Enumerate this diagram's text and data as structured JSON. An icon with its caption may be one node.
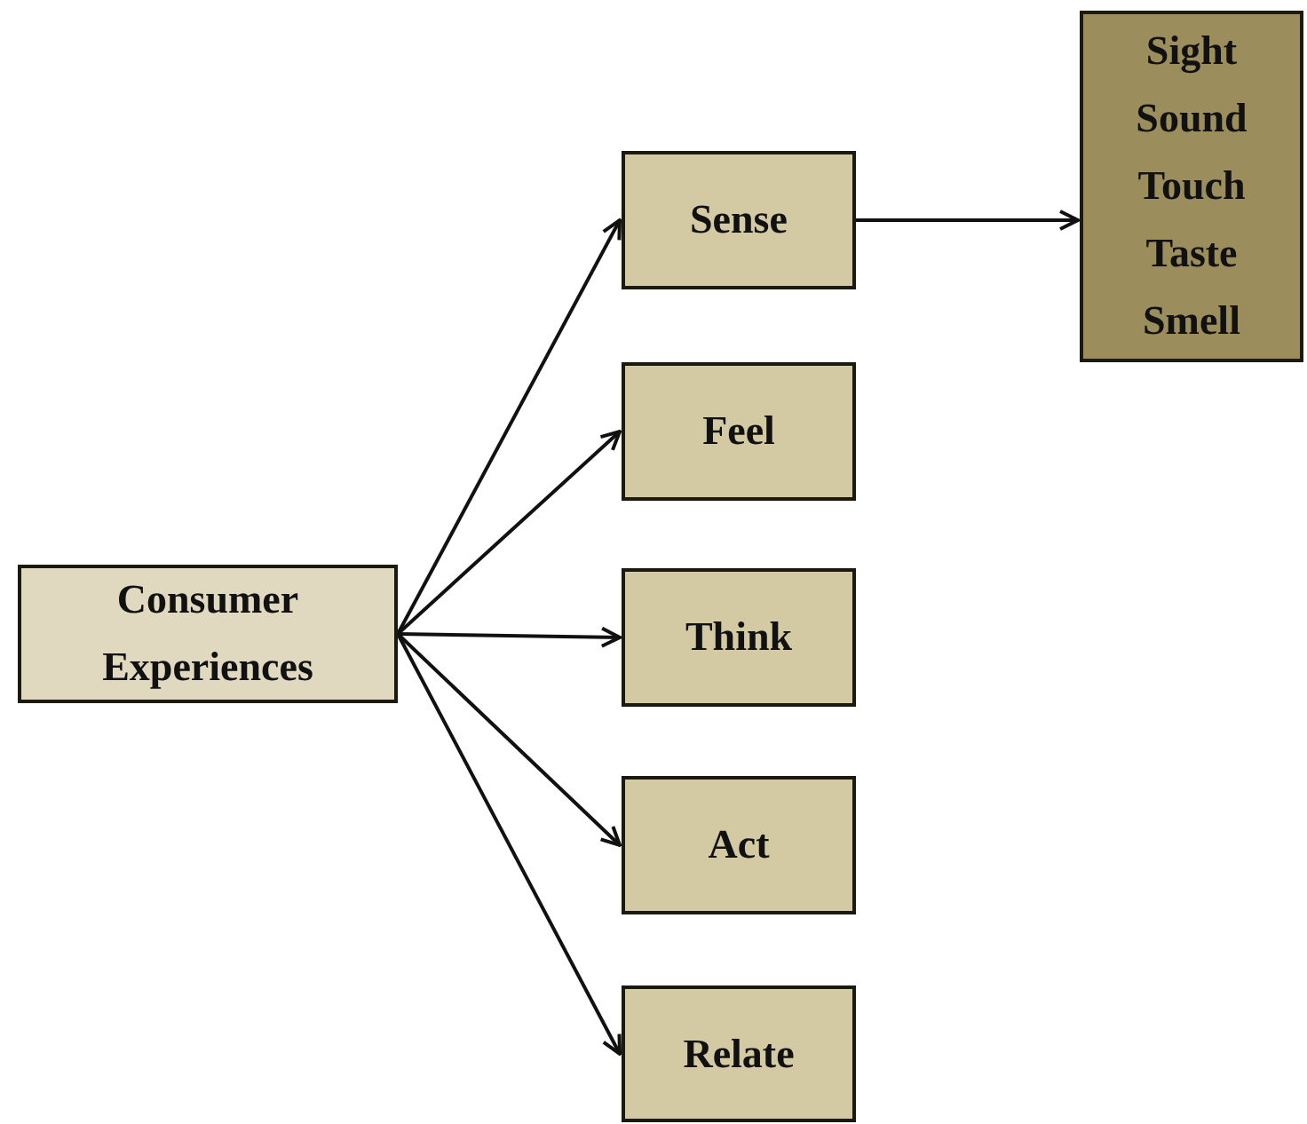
{
  "diagram": {
    "nodes": [
      {
        "text": [
          "Consumer Experiences"
        ]
      },
      {
        "text": [
          "Sense"
        ]
      },
      {
        "text": [
          "Feel"
        ]
      },
      {
        "text": [
          "Think"
        ]
      },
      {
        "text": [
          "Act"
        ]
      },
      {
        "text": [
          "Relate"
        ]
      },
      {
        "text": [
          "Sight",
          "Sound",
          "Touch",
          "Taste",
          "Smell"
        ]
      }
    ],
    "edges": [
      {
        "from": 0,
        "to": 1,
        "arrow": "to"
      },
      {
        "from": 0,
        "to": 2,
        "arrow": "to"
      },
      {
        "from": 0,
        "to": 3,
        "arrow": "to"
      },
      {
        "from": 0,
        "to": 4,
        "arrow": "to"
      },
      {
        "from": 0,
        "to": 5,
        "arrow": "to"
      },
      {
        "from": 1,
        "to": 6,
        "arrow": "to"
      }
    ]
  }
}
